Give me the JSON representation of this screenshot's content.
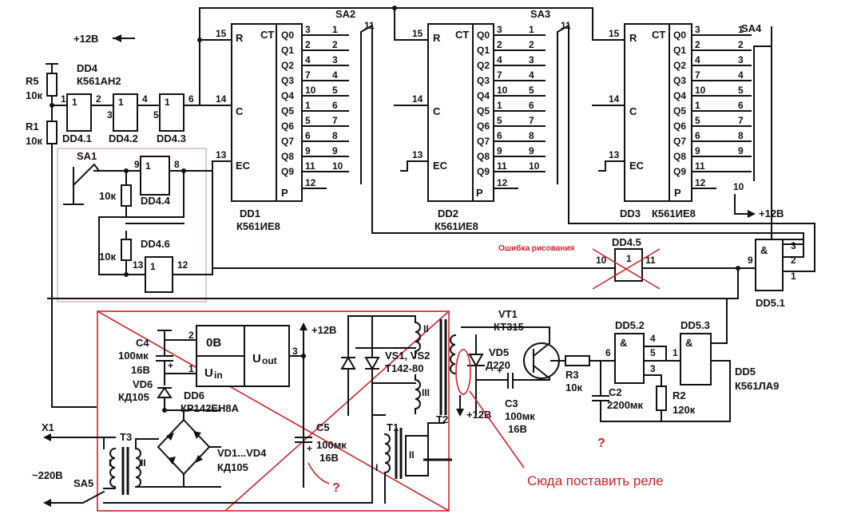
{
  "power": {
    "plus12_top": "+12В",
    "plus12_reg": "+12В",
    "plus12_dd3": "+12В",
    "plus12_vt1": "+12В"
  },
  "resistors": {
    "r5": "R5",
    "r5_val": "10к",
    "r1": "R1",
    "r1_val": "10к",
    "r_dd44": "10к",
    "r_dd46": "10к",
    "r3": "R3",
    "r3_val": "10к",
    "r2": "R2",
    "r2_val": "120к"
  },
  "dd4": {
    "name": "DD4",
    "type": "К561АН2",
    "g1": "DD4.1",
    "g2": "DD4.2",
    "g3": "DD4.3",
    "g4": "DD4.4",
    "g6": "DD4.6",
    "gate_label": "1",
    "p1": "1",
    "p2": "2",
    "p3": "3",
    "p4": "4",
    "p5": "5",
    "p6": "6",
    "p9": "9",
    "p8": "8",
    "p13": "13",
    "p12": "12"
  },
  "sa1": "SA1",
  "counter_pins": {
    "R": "R",
    "C": "C",
    "EC": "EC",
    "CT": "CT",
    "P": "P",
    "outs": [
      "Q0",
      "Q1",
      "Q2",
      "Q3",
      "Q4",
      "Q5",
      "Q6",
      "Q7",
      "Q8",
      "Q9"
    ],
    "in_r": "15",
    "in_c": "14",
    "in_ec": "13",
    "out_nums": [
      "3",
      "2",
      "4",
      "7",
      "10",
      "1",
      "5",
      "6",
      "9",
      "11"
    ],
    "p_num": "12"
  },
  "dd1": {
    "name": "DD1",
    "type": "К561ИЕ8"
  },
  "dd2": {
    "name": "DD2",
    "type": "К561ИЕ8"
  },
  "dd3": {
    "name": "DD3",
    "type": "К561ИЕ8"
  },
  "switches": {
    "sa2": "SA2",
    "sa3": "SA3",
    "sa4": "SA4",
    "sa2_nums": [
      "1",
      "2",
      "3",
      "4",
      "5",
      "6",
      "7",
      "8",
      "9",
      "10"
    ],
    "sa2_common": "11",
    "sa3_nums": [
      "1",
      "2",
      "3",
      "4",
      "5",
      "6",
      "7",
      "8",
      "9",
      "10"
    ],
    "sa3_common": "11",
    "sa4_nums": [
      "1",
      "2",
      "3",
      "4",
      "5",
      "6",
      "7",
      "8",
      "9",
      "10"
    ]
  },
  "dd45": {
    "name": "DD4.5",
    "gate_label": "1",
    "in_pin": "10",
    "out_pin": "11"
  },
  "error_note": "Ошибка рисования",
  "dd5": {
    "g1": "DD5.1",
    "g2": "DD5.2",
    "g3": "DD5.3",
    "name": "DD5",
    "type": "К561ЛА9",
    "and_label": "&",
    "g1_pins": [
      "3",
      "2",
      "1",
      "9"
    ],
    "g2_pins": [
      "6",
      "5",
      "4",
      "3"
    ],
    "g3_pins": [
      "1"
    ]
  },
  "vt1": {
    "name": "VT1",
    "type": "КТ315"
  },
  "vd5": {
    "name": "VD5",
    "type": "Д220"
  },
  "c3": {
    "name": "C3",
    "val1": "100мк",
    "val2": "16В"
  },
  "c2": {
    "name": "C2",
    "val": "2200мк"
  },
  "dd6": {
    "name": "DD6",
    "type": "КР142ЕН8А",
    "zero": "0В",
    "uout": "U",
    "uout_sub": "out",
    "uin": "U",
    "uin_sub": "in",
    "pin2": "2",
    "pin1": "1",
    "pin3": "3"
  },
  "c4": {
    "name": "C4",
    "val1": "100мк",
    "val2": "16В"
  },
  "vd6": {
    "name": "VD6",
    "type": "КД105"
  },
  "vs": {
    "name": "VS1, VS2",
    "type": "Т142-80"
  },
  "c5": {
    "name": "C5",
    "val1": "100мк",
    "val2": "16В"
  },
  "t1": "Т1",
  "t2": "Т2",
  "t3": "Т3",
  "winding_I": "I",
  "winding_II": "II",
  "winding_III": "III",
  "bridge": {
    "name": "VD1...VD4",
    "type": "КД105"
  },
  "mains": {
    "x1": "X1",
    "voltage": "~220В",
    "sa5": "SA5"
  },
  "annotations": {
    "relay_here": "Сюда поставить реле",
    "q1": "?",
    "q2": "?",
    "plus": "+"
  }
}
